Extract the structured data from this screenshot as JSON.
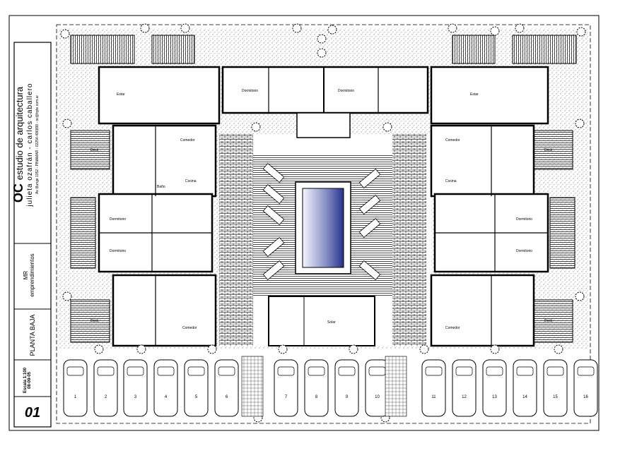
{
  "title_block": {
    "logo": "OC",
    "studio": "estudio de arquitectura",
    "architects": "julieta ozafrán - carlos caballero",
    "address": "Av. Bunge 1352 - PINAMAR - 02254-496898 - oc@byte.com.ar",
    "project_code": "MR",
    "project_name": "emprendimientos",
    "sheet_title": "PLANTA BAJA",
    "scale": "Escala 1:100",
    "date": "08-09-05",
    "sheet_number": "01"
  },
  "rooms": {
    "estar": "Estar",
    "comedor": "Comedor",
    "cocina": "Cocina",
    "dormitorio": "Dormitorio",
    "deck": "Deck",
    "bano": "Baño",
    "solar": "Solar"
  },
  "parking": [
    "1",
    "2",
    "3",
    "4",
    "5",
    "6",
    "7",
    "8",
    "9",
    "10",
    "11",
    "12",
    "13",
    "14",
    "15",
    "16"
  ],
  "colors": {
    "line": "#000000",
    "pool_light": "#f4f5ff",
    "pool_dark": "#24338a",
    "paper": "#ffffff"
  }
}
